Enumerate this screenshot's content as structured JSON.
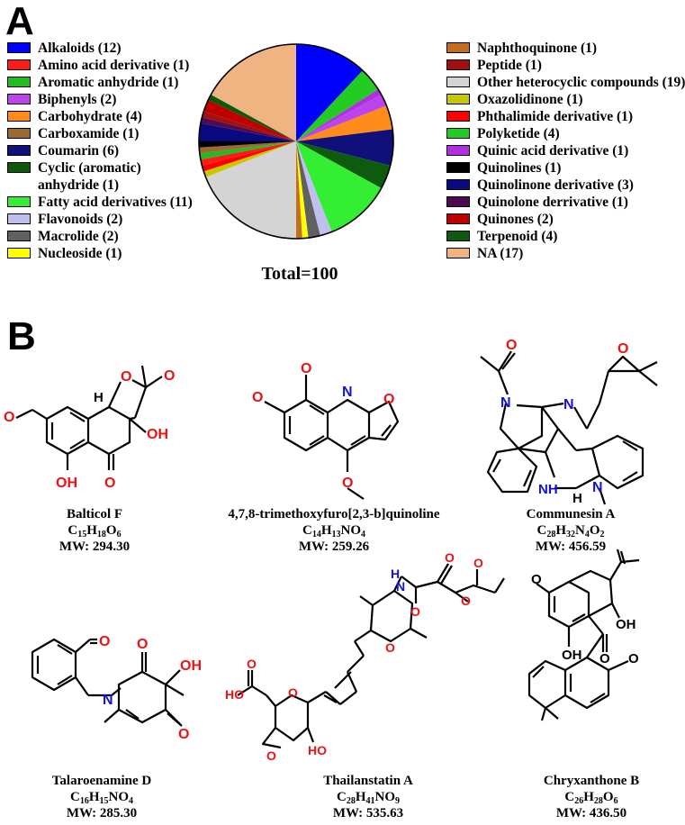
{
  "panel_a_label": "A",
  "panel_b_label": "B",
  "chart_data": {
    "type": "pie",
    "total_label": "Total=100",
    "slices": [
      {
        "name": "Alkaloids (12)",
        "value": 12,
        "color": "#0000ff"
      },
      {
        "name": "Polyketide (4)",
        "value": 4,
        "color": "#22cc22"
      },
      {
        "name": "Quinic acid derivative (1)",
        "value": 1,
        "color": "#b030e0"
      },
      {
        "name": "Biphenyls (2)",
        "value": 2,
        "color": "#bb44ee"
      },
      {
        "name": "Carbohydrate (4)",
        "value": 4,
        "color": "#ff8c1a"
      },
      {
        "name": "Coumarin (6)",
        "value": 6,
        "color": "#10107a"
      },
      {
        "name": "Terpenoid (4)",
        "value": 4,
        "color": "#0d5c0d"
      },
      {
        "name": "Fatty acid derivatives (11)",
        "value": 11,
        "color": "#33ee33"
      },
      {
        "name": "Flavonoids (2)",
        "value": 2,
        "color": "#c0c0f0"
      },
      {
        "name": "Macrolide (2)",
        "value": 2,
        "color": "#606060"
      },
      {
        "name": "Nucleoside (1)",
        "value": 1,
        "color": "#ffff00"
      },
      {
        "name": "Naphthoquinone (1)",
        "value": 1,
        "color": "#c07020"
      },
      {
        "name": "Other heterocyclic compounds (19)",
        "value": 19,
        "color": "#d4d4d4"
      },
      {
        "name": "Oxazolidinone (1)",
        "value": 1,
        "color": "#c8c800"
      },
      {
        "name": "Phthalimide derivative (1)",
        "value": 1,
        "color": "#ff0000"
      },
      {
        "name": "Amino acid derivative (1)",
        "value": 1,
        "color": "#ff1a1a"
      },
      {
        "name": "Aromatic anhydride (1)",
        "value": 1,
        "color": "#22bb22"
      },
      {
        "name": "Carboxamide (1)",
        "value": 1,
        "color": "#9a6a30"
      },
      {
        "name": "Quinolines (1)",
        "value": 1,
        "color": "#000000"
      },
      {
        "name": "Quinolinone derivative (3)",
        "value": 3,
        "color": "#0a0a80"
      },
      {
        "name": "Quinolone derrivative (1)",
        "value": 1,
        "color": "#500a50"
      },
      {
        "name": "Peptide (1)",
        "value": 1,
        "color": "#a01010"
      },
      {
        "name": "Quinones (2)",
        "value": 2,
        "color": "#c00000"
      },
      {
        "name": "Cyclic (aromatic) anhydride (1)",
        "value": 1,
        "color": "#0a5a0a"
      },
      {
        "name": "NA (17)",
        "value": 17,
        "color": "#f0b482"
      }
    ],
    "legend_left": [
      {
        "label": "Alkaloids (12)",
        "color": "#0000ff"
      },
      {
        "label": "Amino acid derivative (1)",
        "color": "#ff1a1a"
      },
      {
        "label": "Aromatic anhydride (1)",
        "color": "#22bb22"
      },
      {
        "label": "Biphenyls (2)",
        "color": "#bb44ee"
      },
      {
        "label": "Carbohydrate (4)",
        "color": "#ff8c1a"
      },
      {
        "label": "Carboxamide (1)",
        "color": "#9a6a30"
      },
      {
        "label": "Coumarin (6)",
        "color": "#10107a"
      },
      {
        "label": "Cyclic (aromatic)\nanhydride (1)",
        "color": "#0a5a0a",
        "two_line": true
      },
      {
        "label": "Fatty acid derivatives (11)",
        "color": "#33ee33"
      },
      {
        "label": "Flavonoids (2)",
        "color": "#c0c0f0"
      },
      {
        "label": "Macrolide (2)",
        "color": "#606060"
      },
      {
        "label": "Nucleoside (1)",
        "color": "#ffff00"
      }
    ],
    "legend_right": [
      {
        "label": "Naphthoquinone (1)",
        "color": "#c07020"
      },
      {
        "label": "Peptide (1)",
        "color": "#a01010"
      },
      {
        "label": "Other heterocyclic compounds (19)",
        "color": "#d4d4d4"
      },
      {
        "label": "Oxazolidinone (1)",
        "color": "#c8c800"
      },
      {
        "label": "Phthalimide derivative (1)",
        "color": "#ff0000"
      },
      {
        "label": "Polyketide (4)",
        "color": "#22cc22"
      },
      {
        "label": "Quinic acid derivative (1)",
        "color": "#b030e0"
      },
      {
        "label": "Quinolines (1)",
        "color": "#000000"
      },
      {
        "label": "Quinolinone derivative (3)",
        "color": "#0a0a80"
      },
      {
        "label": "Quinolone derrivative (1)",
        "color": "#500a50"
      },
      {
        "label": "Quinones (2)",
        "color": "#c00000"
      },
      {
        "label": "Terpenoid (4)",
        "color": "#0d5c0d"
      },
      {
        "label": "NA (17)",
        "color": "#f0b482"
      }
    ]
  },
  "compounds": [
    {
      "name": "Balticol F",
      "formula_html": "C<sub>15</sub>H<sub>18</sub>O<sub>6</sub>",
      "mw": "MW: 294.30"
    },
    {
      "name": "4,7,8-trimethoxyfuro[2,3-b]quinoline",
      "formula_html": "C<sub>14</sub>H<sub>13</sub>NO<sub>4</sub>",
      "mw": "MW: 259.26"
    },
    {
      "name": "Communesin A",
      "formula_html": "C<sub>28</sub>H<sub>32</sub>N<sub>4</sub>O<sub>2</sub>",
      "mw": "MW: 456.59"
    },
    {
      "name": "Talaroenamine D",
      "formula_html": "C<sub>16</sub>H<sub>15</sub>NO<sub>4</sub>",
      "mw": "MW: 285.30"
    },
    {
      "name": "Thailanstatin A",
      "formula_html": "C<sub>28</sub>H<sub>41</sub>NO<sub>9</sub>",
      "mw": "MW: 535.63"
    },
    {
      "name": "Chryxanthone B",
      "formula_html": "C<sub>26</sub>H<sub>28</sub>O<sub>6</sub>",
      "mw": "MW: 436.50"
    }
  ],
  "atom_labels": {
    "oxygen": "O",
    "hydroxyl": "OH",
    "hydroxyl_left": "HO",
    "nitrogen": "N",
    "hydrogen": "H",
    "amine": "NH",
    "amine_h": "H",
    "hydroxyl_lower": "HO",
    "oh_lower": "OH"
  },
  "colors": {
    "oxygen": "#ee1111",
    "nitrogen": "#1111dd",
    "bond": "#000000"
  }
}
